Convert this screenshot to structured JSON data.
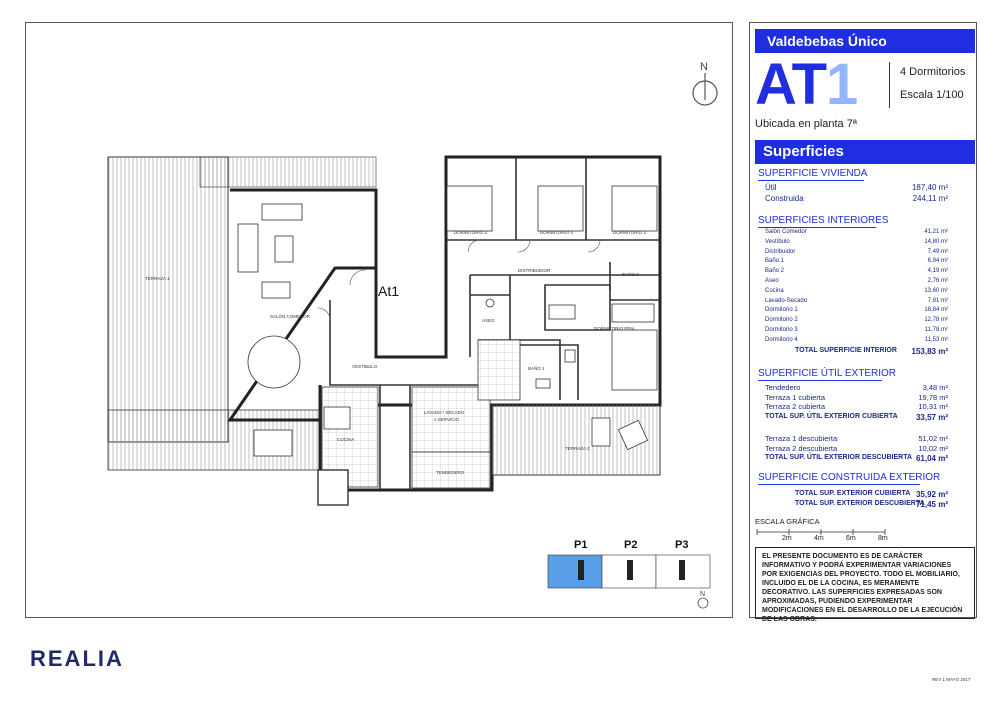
{
  "header": {
    "project": "Valdebebas Único",
    "code_letters": "AT",
    "code_number": "1",
    "bedrooms": "4 Dormitorios",
    "scale": "Escala 1/100",
    "floor": "Ubicada en planta 7ª"
  },
  "surfaces": {
    "title": "Superficies",
    "vivienda": {
      "heading": "SUPERFICIE VIVIENDA",
      "rows": [
        {
          "label": "Útil",
          "value": "187,40 m²"
        },
        {
          "label": "Construida",
          "value": "244,11 m²"
        }
      ]
    },
    "interiores": {
      "heading": "SUPERFICIES INTERIORES",
      "rows": [
        {
          "label": "Salón Comedor",
          "value": "41,21 m²"
        },
        {
          "label": "Vestíbulo",
          "value": "14,80 m²"
        },
        {
          "label": "Distribuidor",
          "value": "7,49 m²"
        },
        {
          "label": "Baño 1",
          "value": "6,94 m²"
        },
        {
          "label": "Baño 2",
          "value": "4,19 m²"
        },
        {
          "label": "Aseo",
          "value": "2,76 m²"
        },
        {
          "label": "Cocina",
          "value": "13,60 m²"
        },
        {
          "label": "Lavado-Secado",
          "value": "7,91 m²"
        },
        {
          "label": "Dormitorio 1",
          "value": "18,84 m²"
        },
        {
          "label": "Dormitorio 2",
          "value": "12,78 m²"
        },
        {
          "label": "Dormitorio 3",
          "value": "11,78 m²"
        },
        {
          "label": "Dormitorio 4",
          "value": "11,53 m²"
        }
      ],
      "total_label": "TOTAL SUPERFICIE INTERIOR",
      "total_value": "153,83 m²"
    },
    "util_exterior": {
      "heading": "SUPERFICIE ÚTIL EXTERIOR",
      "rows": [
        {
          "label": "Tendedero",
          "value": "3,48 m²"
        },
        {
          "label": "Terraza 1 cubierta",
          "value": "19,78 m²"
        },
        {
          "label": "Terraza 2 cubierta",
          "value": "10,31 m²"
        }
      ],
      "total_cub_label": "TOTAL SUP. ÚTIL EXTERIOR CUBIERTA",
      "total_cub_value": "33,57 m²",
      "rows2": [
        {
          "label": "Terraza 1 descubierta",
          "value": "51,02 m²"
        },
        {
          "label": "Terraza 2 descubierta",
          "value": "10,02 m²"
        }
      ],
      "total_desc_label": "TOTAL SUP. ÚTIL EXTERIOR DESCUBIERTA",
      "total_desc_value": "61,04 m²"
    },
    "construida_exterior": {
      "heading": "SUPERFICIE CONSTRUIDA EXTERIOR",
      "rows": [
        {
          "label": "TOTAL SUP.  EXTERIOR CUBIERTA",
          "value": "35,92 m²"
        },
        {
          "label": "TOTAL SUP.  EXTERIOR DESCUBIERTA",
          "value": "71,45 m²"
        }
      ]
    }
  },
  "scale_bar": {
    "title": "ESCALA GRÁFICA",
    "ticks": [
      "2m",
      "4m",
      "6m",
      "8m"
    ]
  },
  "disclaimer": "EL PRESENTE DOCUMENTO ES DE CARÁCTER INFORMATIVO Y PODRÁ EXPERIMENTAR VARIACIONES POR EXIGENCIAS DEL PROYECTO. TODO EL MOBILIARIO, INCLUIDO EL DE LA COCINA, ES MERAMENTE DECORATIVO. LAS SUPERFICIES EXPRESADAS SON APROXIMADAS, PUDIENDO EXPERIMENTAR MODIFICACIONES EN EL DESARROLLO DE LA EJECUCIÓN DE LAS OBRAS.",
  "plan": {
    "unit_label": "At1",
    "north": "N",
    "rooms": {
      "terraza1": "TERRAZA 1",
      "salon": "SALÓN COMEDOR",
      "vestibulo": "VESTÍBULO",
      "cocina": "COCINA",
      "lavado1": "LAVADO / SECADO",
      "lavado2": "o SERVICIO",
      "tendedero": "TENDEDERO",
      "terraza2": "TERRAZA 2",
      "dorm3": "DORMITORIO 3",
      "dorm4": "DORMITORIO 4",
      "dorm2": "DORMITORIO 2",
      "distribuidor": "DISTRIBUIDOR",
      "bano2": "BAÑO 2",
      "aseo": "ASEO",
      "dormppal": "DORMITORIO PPAL.",
      "bano1": "BAÑO 1"
    }
  },
  "key_plan": {
    "labels": [
      "P1",
      "P2",
      "P3"
    ],
    "north": "N"
  },
  "footer": {
    "logo": "REALIA",
    "revision": "REV 1   MAYO 2017"
  },
  "colors": {
    "accent": "#1f2ee0",
    "accent_light": "#8fb6ff",
    "keyplan_highlight": "#5aa0e8"
  }
}
